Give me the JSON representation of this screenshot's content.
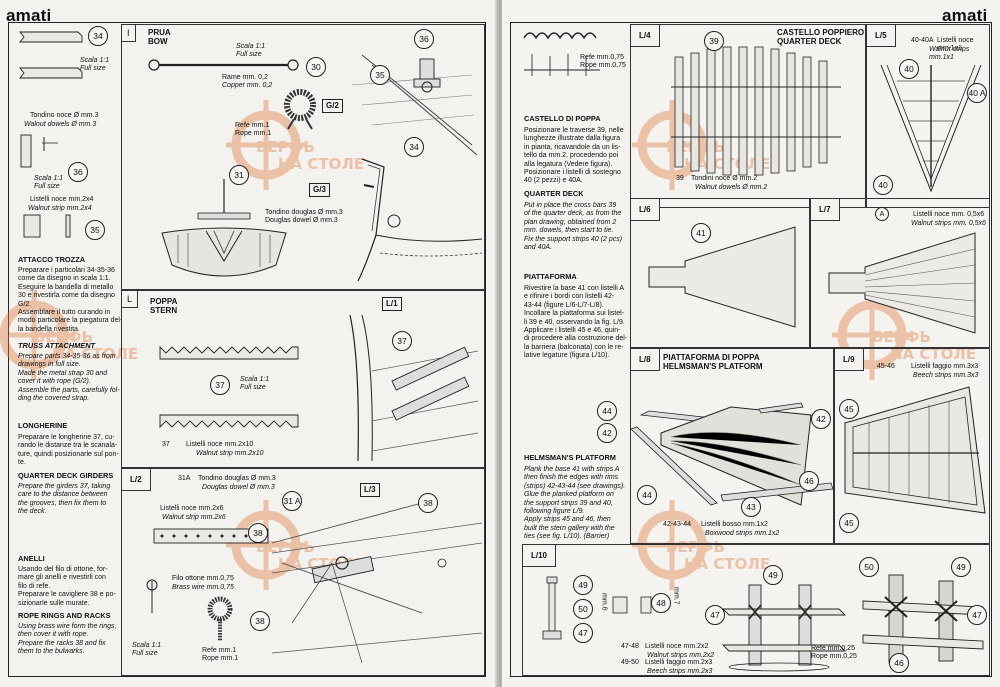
{
  "brand": "amati",
  "watermark": {
    "line1": "ВЕРФЬ",
    "line2": "НА СТОЛЕ",
    "color": "#e07f45"
  },
  "left": {
    "sidebar": {
      "callout_34": "34",
      "scale_34": "Scala 1:1\nFull size",
      "tondino": "Tondino noce Ø mm.3",
      "walnut_dowel": "Walnut dowels Ø mm.3",
      "callout_36": "36",
      "scale_36": "Scala 1:1\nFull size",
      "listelli": "Listelli noce mm.2x4",
      "walnut_strip": "Walnut strip mm.2x4",
      "callout_35": "35",
      "attacco_h": "ATTACCO TROZZA",
      "attacco_p": "Preparare i particolari 34-35-36\ncome da disegno in scala 1:1.\nEseguire la bandella di metallo\n30 e rivestirla come da disegno\nG/2.\nAssemblare il tutto curando in\nmodo particolare la piegatura del-\nla bandella rivestita.",
      "truss_h": "TRUSS ATTACHMENT",
      "truss_p": "Prepare parts 34-35-36 as from\ndrawings in full size.\nMade the metal strap 30 and\ncover it with rope (G/2).\nAssemble the parts, carefully fol-\nding the covered strap.",
      "longherine_h": "LONGHERINE",
      "longherine_p": "Preparare le longherine 37, cu-\nrando le distanze tra le scanala-\nture, quindi posizionarle sul pon-\nte.",
      "girders_h": "QUARTER DECK GIRDERS",
      "girders_p": "Prepare the girders 37, taking\ncare to the distance between\nthe grooves, then fix them to\nthe deck.",
      "anelli_h": "ANELLI",
      "anelli_p": "Usando del filo di ottone, for-\nmare gli anelli e rivestirli con\nfilo di refe.\nPreparare le cavigliere 38 e po-\nsizionarle sulle murate.",
      "rope_h": "ROPE RINGS AND RACKS",
      "rope_p": "Using brass wire form the rings,\nthen cover it with rope.\nPrepare the racks 38 and fix\nthem to the bulwarks."
    },
    "prua": {
      "tag": "I",
      "title": "PRUA\nBOW",
      "scale": "Scala 1:1\nFull size",
      "c30": "30",
      "rame": "Rame mm. 0,2",
      "copper": "Copper mm. 0,2",
      "g2": "G/2",
      "refe": "Refe mm.1\nRope mm.1",
      "c35": "35",
      "c36": "36",
      "c34": "34",
      "c31": "31",
      "g3": "G/3",
      "tondino": "Tondino douglas Ø mm.3\nDouglas dowel Ø mm.3"
    },
    "poppa": {
      "tag": "L",
      "title": "POPPA\nSTERN",
      "l1": "L/1",
      "c37": "37",
      "scale": "Scala 1:1\nFull size",
      "c37b": "37",
      "listelli": "Listelli noce mm.2x10",
      "walnut": "Walnut strip mm.2x10",
      "part": "37"
    },
    "l2": {
      "tag": "L/2",
      "c31a_label": "31A",
      "tondino": "Tondino douglas Ø mm.3",
      "douglas": "Douglas dowel Ø mm.3",
      "listelli": "Listelli noce mm.2x6",
      "walnut": "Walnut strip mm.2x6",
      "c31a": "31 A",
      "l3": "L/3",
      "c38": "38",
      "c38b": "38",
      "c38c": "38",
      "filo": "Filo ottone mm.0,75",
      "brass": "Brass wire mm.0,75",
      "scale": "Scala 1:1\nFull size",
      "refe": "Refe mm.1\nRope mm.1"
    }
  },
  "right": {
    "top": {
      "refe": "Refe mm.0,75\nRope mm.0,75",
      "l4": "L/4",
      "c39": "39",
      "castello_h": "CASTELLO POPPIERO\nQUARTER DECK",
      "l5": "L/5",
      "c4040a": "40-40A",
      "listelli": "Listelli noce mm.1x1",
      "walnut": "Walnut strips mm.1x1",
      "c40": "40",
      "c40a": "40 A",
      "c40b": "40",
      "tondini": "Tondini noce Ø mm.2",
      "walnut_dowels": "Walnut dowels Ø mm.2",
      "part39": "39"
    },
    "text": {
      "castello_h": "CASTELLO DI POPPA",
      "castello_p": "Posizionare le traverse 39, nelle\nlunghezze illustrate dalla figura\nin pianta, ricavandole da un lis-\ntello da mm.2, procedendo poi\nalla legatura (Vedere figura).\nPosizionare i listelli di sostegno\n40 (2 pezzi) e 40A.",
      "qd_h": "QUARTER DECK",
      "qd_p": "Put in place the cross bars 39\nof the quarter deck, as from the\nplan drawing, obtained from 2\nmm. dowels, then start to tie.\nFix the support strips 40 (2 pcs)\nand 40A.",
      "piatt_h": "PIATTAFORMA",
      "piatt_p": "Rivestire la base 41 con listelli A\ne rifinire i bordi con listelli 42-\n43-44 (figure L/6-L/7-L/8).\nIncollare la piattaforma sui listel-\nli 39 e 40, osservando la fig. L/9.\nApplicare i listelli 45 e 46, quin-\ndi procedere alla costruzione del-\nla barriera (balconata) con le re-\nlative legature (figura L/10).",
      "helm_h": "HELMSMAN'S PLATFORM",
      "helm_p": "Plank the base 41 with strips A\nthen finish the edges with rims\n(strips) 42-43-44 (see drawings).\nGlue the planked platform on\nthe support strips 39 and 40,\nfollowing figure L/9.\nApply strips 45 and 46, then\nbuilt the stern gallery with the\nties (see fig. L/10). (Barrier)"
    },
    "l6": {
      "tag": "L/6",
      "c41": "41"
    },
    "l7": {
      "tag": "L/7",
      "ca": "A",
      "listelli": "Listelli noce mm. 0,5x6",
      "walnut": "Walnut strips mm. 0,5x6"
    },
    "l8": {
      "tag": "L/8",
      "title": "PIATTAFORMA DI POPPA\nHELMSMAN'S PLATFORM",
      "c44": "44",
      "c42": "42",
      "c42b": "42",
      "c44b": "44",
      "c43": "43",
      "parts": "42-43-44",
      "listelli": "Listelli bosso mm.1x2",
      "boxwood": "Boxwood strips mm.1x2"
    },
    "l9": {
      "tag": "L/9",
      "c4546": "45-46",
      "listelli": "Listelli faggio mm.3x3",
      "beech": "Beech strips mm.3x3",
      "c45": "45",
      "c46": "46",
      "c45b": "45"
    },
    "l10": {
      "tag": "L/10",
      "c49": "49",
      "c50": "50",
      "c47": "47",
      "c48": "48",
      "dim": "mm.6",
      "dim2": "mm.7",
      "p4748": "47-48",
      "p4950": "49-50",
      "listelli_noce": "Listelli noce mm.2x2",
      "walnut": "Walnut strips mm.2x2",
      "listelli_faggio": "Listelli faggio mm.2x3",
      "beech": "Beech strips mm.2x3",
      "c49b": "49",
      "c47b": "47",
      "refe": "Refe mm.0,25\nRope mm.0,25",
      "c50b": "50",
      "c49c": "49",
      "c47c": "47",
      "c46": "46"
    }
  }
}
